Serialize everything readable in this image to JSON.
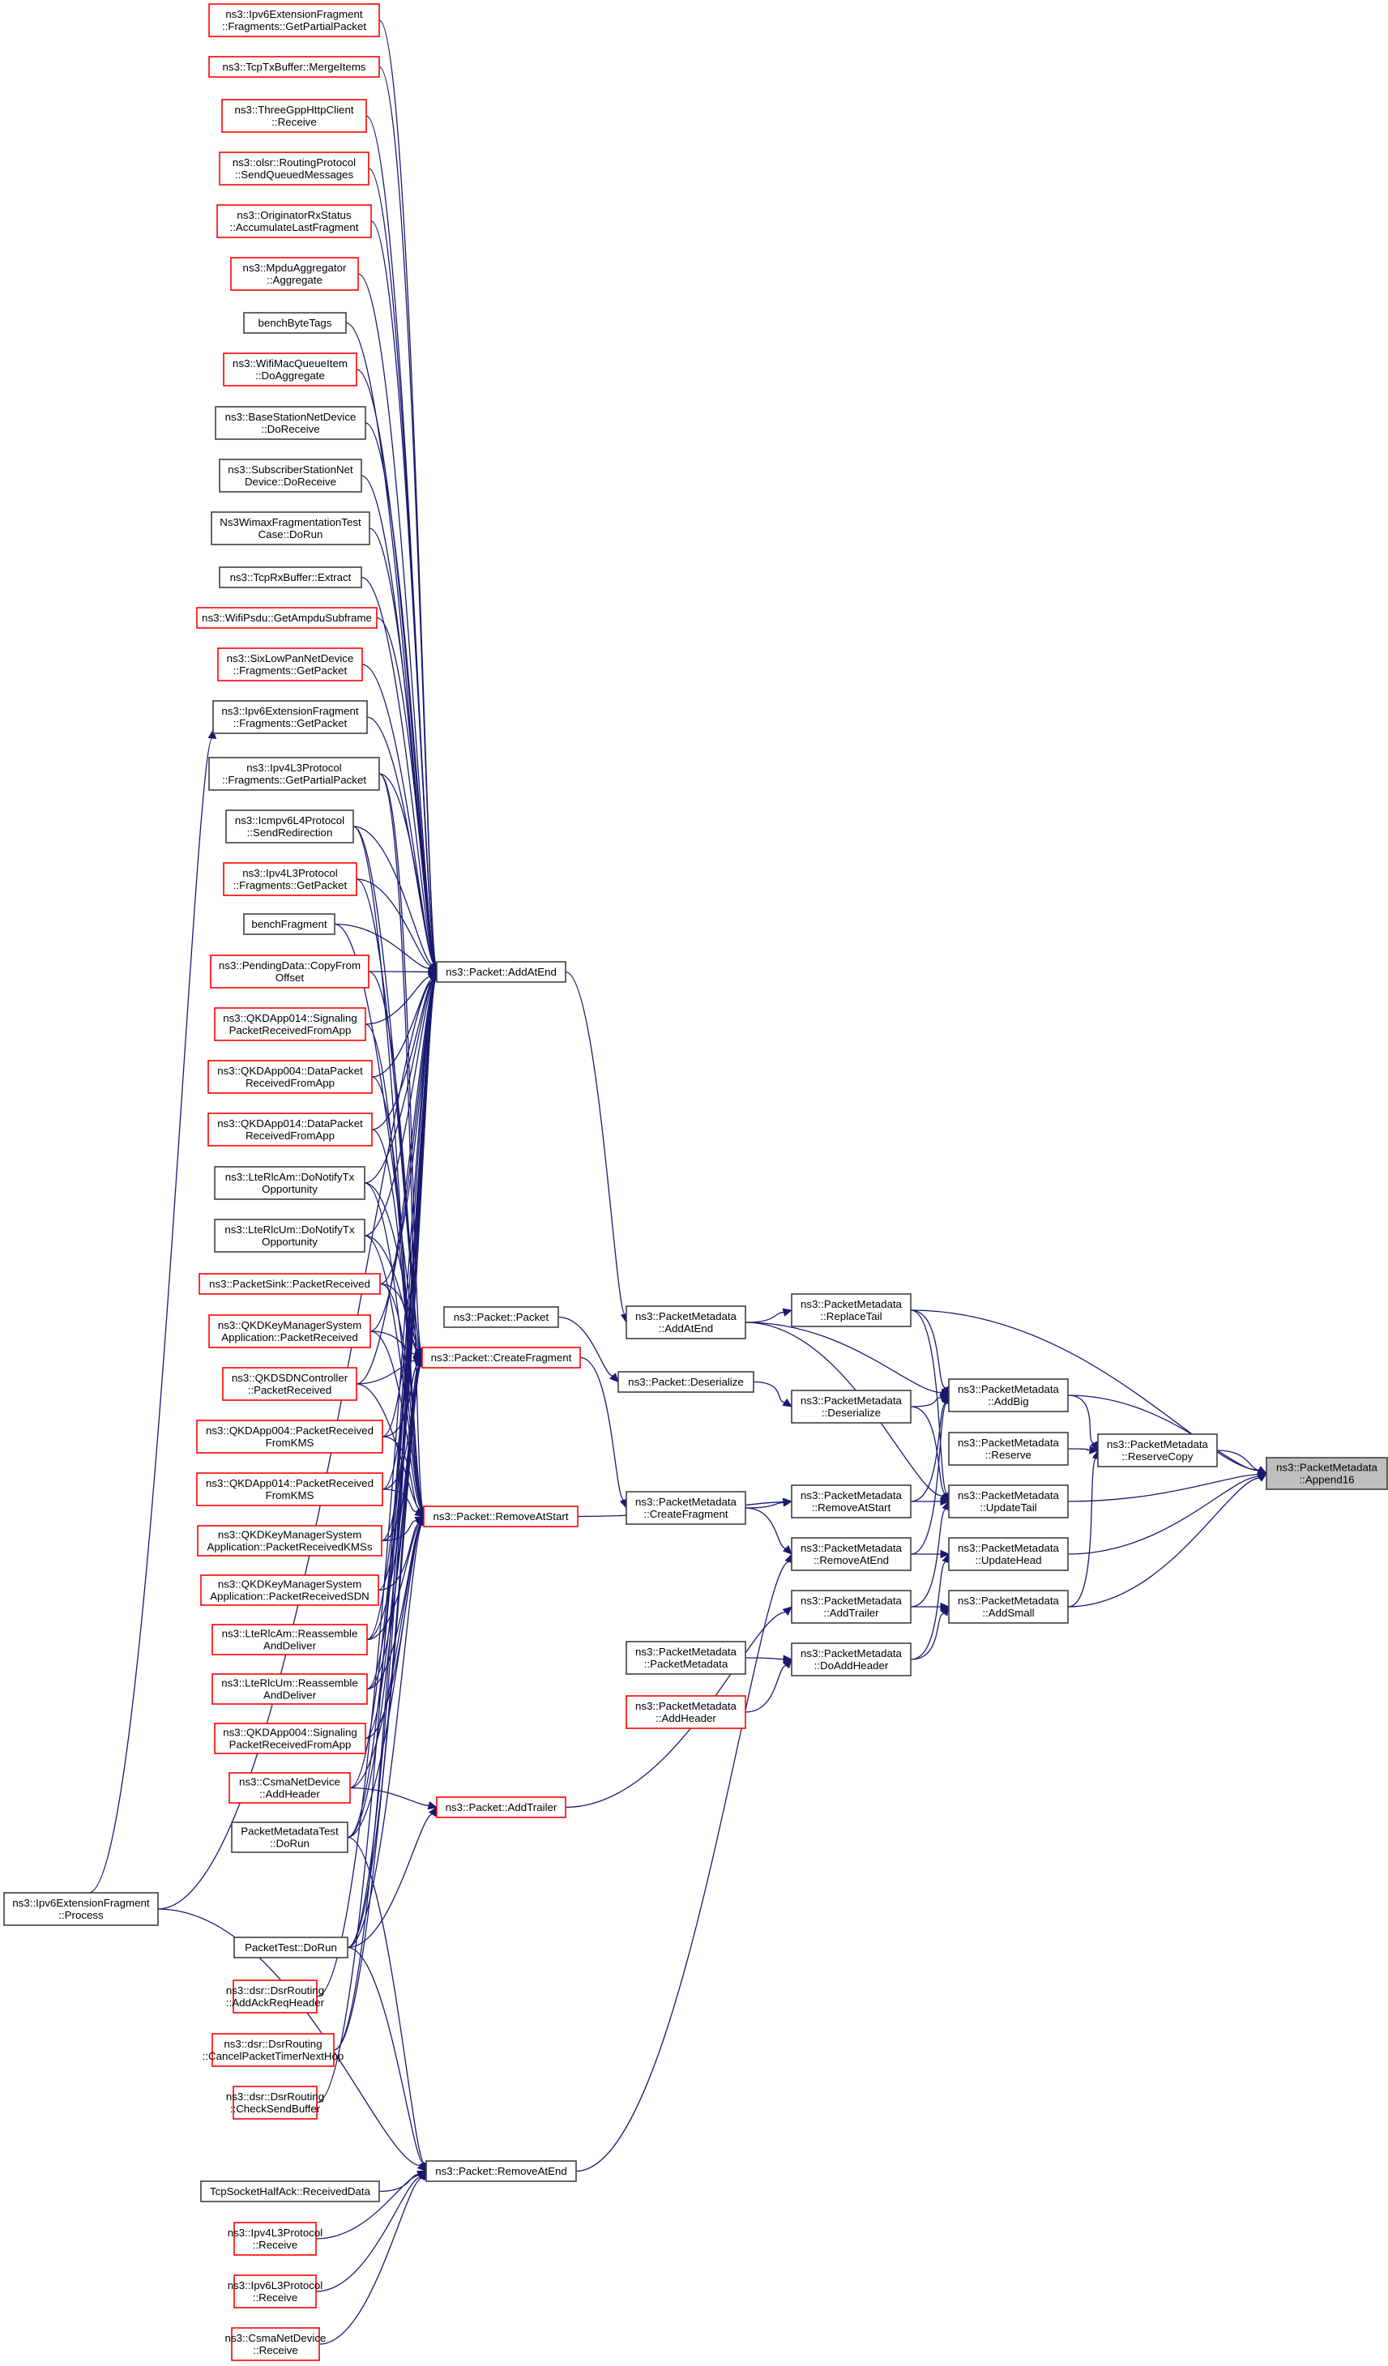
{
  "title": "ns3::PacketMetadata::Append16 caller graph",
  "colors": {
    "edge": "#191970",
    "plain_border": "#404040",
    "red_border": "#ff0000",
    "root_fill": "#bfbfbf"
  },
  "nodes": [
    {
      "id": "n_ipv6frag_partial",
      "lines": [
        "ns3::Ipv6ExtensionFragment",
        "::Fragments::GetPartialPacket"
      ],
      "style": "red"
    },
    {
      "id": "n_tcptx_merge",
      "lines": [
        "ns3::TcpTxBuffer::MergeItems"
      ],
      "style": "red"
    },
    {
      "id": "n_3gpp_receive",
      "lines": [
        "ns3::ThreeGppHttpClient",
        "::Receive"
      ],
      "style": "red"
    },
    {
      "id": "n_olsr_sendq",
      "lines": [
        "ns3::olsr::RoutingProtocol",
        "::SendQueuedMessages"
      ],
      "style": "red"
    },
    {
      "id": "n_orig_accum",
      "lines": [
        "ns3::OriginatorRxStatus",
        "::AccumulateLastFragment"
      ],
      "style": "red"
    },
    {
      "id": "n_mpdu_agg",
      "lines": [
        "ns3::MpduAggregator",
        "::Aggregate"
      ],
      "style": "red"
    },
    {
      "id": "n_benchbytetags",
      "lines": [
        "benchByteTags"
      ],
      "style": "plain"
    },
    {
      "id": "n_wifimac_doagg",
      "lines": [
        "ns3::WifiMacQueueItem",
        "::DoAggregate"
      ],
      "style": "red"
    },
    {
      "id": "n_bs_doreceive",
      "lines": [
        "ns3::BaseStationNetDevice",
        "::DoReceive"
      ],
      "style": "plain"
    },
    {
      "id": "n_ss_doreceive",
      "lines": [
        "ns3::SubscriberStationNet",
        "Device::DoReceive"
      ],
      "style": "plain"
    },
    {
      "id": "n_wimax_dorun",
      "lines": [
        "Ns3WimaxFragmentationTest",
        "Case::DoRun"
      ],
      "style": "plain"
    },
    {
      "id": "n_tcprx_extract",
      "lines": [
        "ns3::TcpRxBuffer::Extract"
      ],
      "style": "plain"
    },
    {
      "id": "n_wifipsdu_getampdu",
      "lines": [
        "ns3::WifiPsdu::GetAmpduSubframe"
      ],
      "style": "red"
    },
    {
      "id": "n_sixlowpan_getpacket",
      "lines": [
        "ns3::SixLowPanNetDevice",
        "::Fragments::GetPacket"
      ],
      "style": "red"
    },
    {
      "id": "n_ipv6frag_getpacket",
      "lines": [
        "ns3::Ipv6ExtensionFragment",
        "::Fragments::GetPacket"
      ],
      "style": "plain"
    },
    {
      "id": "n_ipv4_getpartial",
      "lines": [
        "ns3::Ipv4L3Protocol",
        "::Fragments::GetPartialPacket"
      ],
      "style": "plain"
    },
    {
      "id": "n_icmpv6_sendredir",
      "lines": [
        "ns3::Icmpv6L4Protocol",
        "::SendRedirection"
      ],
      "style": "plain"
    },
    {
      "id": "n_ipv4_getpacket",
      "lines": [
        "ns3::Ipv4L3Protocol",
        "::Fragments::GetPacket"
      ],
      "style": "red"
    },
    {
      "id": "n_benchfragment",
      "lines": [
        "benchFragment"
      ],
      "style": "plain"
    },
    {
      "id": "n_pending_copy",
      "lines": [
        "ns3::PendingData::CopyFrom",
        "Offset"
      ],
      "style": "red"
    },
    {
      "id": "n_qkd014_sigapp",
      "lines": [
        "ns3::QKDApp014::Signaling",
        "PacketReceivedFromApp"
      ],
      "style": "red"
    },
    {
      "id": "n_qkd004_dataapp",
      "lines": [
        "ns3::QKDApp004::DataPacket",
        "ReceivedFromApp"
      ],
      "style": "red"
    },
    {
      "id": "n_qkd014_dataapp",
      "lines": [
        "ns3::QKDApp014::DataPacket",
        "ReceivedFromApp"
      ],
      "style": "red"
    },
    {
      "id": "n_lterlcam_notify",
      "lines": [
        "ns3::LteRlcAm::DoNotifyTx",
        "Opportunity"
      ],
      "style": "plain"
    },
    {
      "id": "n_lterlcum_notify",
      "lines": [
        "ns3::LteRlcUm::DoNotifyTx",
        "Opportunity"
      ],
      "style": "plain"
    },
    {
      "id": "n_packetsink_recv",
      "lines": [
        "ns3::PacketSink::PacketReceived"
      ],
      "style": "red"
    },
    {
      "id": "n_qkdkms_recv",
      "lines": [
        "ns3::QKDKeyManagerSystem",
        "Application::PacketReceived"
      ],
      "style": "red"
    },
    {
      "id": "n_qkdsdn_recv",
      "lines": [
        "ns3::QKDSDNController",
        "::PacketReceived"
      ],
      "style": "red"
    },
    {
      "id": "n_qkd004_kms",
      "lines": [
        "ns3::QKDApp004::PacketReceived",
        "FromKMS"
      ],
      "style": "red"
    },
    {
      "id": "n_qkd014_kms",
      "lines": [
        "ns3::QKDApp014::PacketReceived",
        "FromKMS"
      ],
      "style": "red"
    },
    {
      "id": "n_qkdkms_kmss",
      "lines": [
        "ns3::QKDKeyManagerSystem",
        "Application::PacketReceivedKMSs"
      ],
      "style": "red"
    },
    {
      "id": "n_qkdkms_sdn",
      "lines": [
        "ns3::QKDKeyManagerSystem",
        "Application::PacketReceivedSDN"
      ],
      "style": "red"
    },
    {
      "id": "n_lterlcam_reasm",
      "lines": [
        "ns3::LteRlcAm::Reassemble",
        "AndDeliver"
      ],
      "style": "red"
    },
    {
      "id": "n_lterlcum_reasm",
      "lines": [
        "ns3::LteRlcUm::Reassemble",
        "AndDeliver"
      ],
      "style": "red"
    },
    {
      "id": "n_qkd004_sigapp",
      "lines": [
        "ns3::QKDApp004::Signaling",
        "PacketReceivedFromApp"
      ],
      "style": "red"
    },
    {
      "id": "n_csma_addheader",
      "lines": [
        "ns3::CsmaNetDevice",
        "::AddHeader"
      ],
      "style": "red"
    },
    {
      "id": "n_pmtest_dorun",
      "lines": [
        "PacketMetadataTest",
        "::DoRun"
      ],
      "style": "plain"
    },
    {
      "id": "n_packettest_dorun",
      "lines": [
        "PacketTest::DoRun"
      ],
      "style": "plain"
    },
    {
      "id": "n_dsr_ackreq",
      "lines": [
        "ns3::dsr::DsrRouting",
        "::AddAckReqHeader"
      ],
      "style": "red"
    },
    {
      "id": "n_dsr_cancel",
      "lines": [
        "ns3::dsr::DsrRouting",
        "::CancelPacketTimerNextHop"
      ],
      "style": "red"
    },
    {
      "id": "n_dsr_checksend",
      "lines": [
        "ns3::dsr::DsrRouting",
        "::CheckSendBuffer"
      ],
      "style": "red"
    },
    {
      "id": "n_tcphalfack",
      "lines": [
        "TcpSocketHalfAck::ReceivedData"
      ],
      "style": "plain"
    },
    {
      "id": "n_ipv4_receive",
      "lines": [
        "ns3::Ipv4L3Protocol",
        "::Receive"
      ],
      "style": "red"
    },
    {
      "id": "n_ipv6_receive",
      "lines": [
        "ns3::Ipv6L3Protocol",
        "::Receive"
      ],
      "style": "red"
    },
    {
      "id": "n_csma_receive",
      "lines": [
        "ns3::CsmaNetDevice",
        "::Receive"
      ],
      "style": "red"
    },
    {
      "id": "n_ipv6frag_process",
      "lines": [
        "ns3::Ipv6ExtensionFragment",
        "::Process"
      ],
      "style": "plain"
    },
    {
      "id": "n_pkt_addatend",
      "lines": [
        "ns3::Packet::AddAtEnd"
      ],
      "style": "plain"
    },
    {
      "id": "n_pkt_packet",
      "lines": [
        "ns3::Packet::Packet"
      ],
      "style": "plain"
    },
    {
      "id": "n_pkt_createfrag",
      "lines": [
        "ns3::Packet::CreateFragment"
      ],
      "style": "red"
    },
    {
      "id": "n_pkt_removeatstart",
      "lines": [
        "ns3::Packet::RemoveAtStart"
      ],
      "style": "red"
    },
    {
      "id": "n_pkt_addtrailer",
      "lines": [
        "ns3::Packet::AddTrailer"
      ],
      "style": "red"
    },
    {
      "id": "n_pkt_removeatend",
      "lines": [
        "ns3::Packet::RemoveAtEnd"
      ],
      "style": "plain"
    },
    {
      "id": "n_pm_addatend",
      "lines": [
        "ns3::PacketMetadata",
        "::AddAtEnd"
      ],
      "style": "plain"
    },
    {
      "id": "n_pkt_deserialize",
      "lines": [
        "ns3::Packet::Deserialize"
      ],
      "style": "plain"
    },
    {
      "id": "n_pm_createfrag",
      "lines": [
        "ns3::PacketMetadata",
        "::CreateFragment"
      ],
      "style": "plain"
    },
    {
      "id": "n_pm_pm",
      "lines": [
        "ns3::PacketMetadata",
        "::PacketMetadata"
      ],
      "style": "plain"
    },
    {
      "id": "n_pm_addheader",
      "lines": [
        "ns3::PacketMetadata",
        "::AddHeader"
      ],
      "style": "red"
    },
    {
      "id": "n_pm_replacetail",
      "lines": [
        "ns3::PacketMetadata",
        "::ReplaceTail"
      ],
      "style": "plain"
    },
    {
      "id": "n_pm_deserialize",
      "lines": [
        "ns3::PacketMetadata",
        "::Deserialize"
      ],
      "style": "plain"
    },
    {
      "id": "n_pm_removeatstart",
      "lines": [
        "ns3::PacketMetadata",
        "::RemoveAtStart"
      ],
      "style": "plain"
    },
    {
      "id": "n_pm_removeatend",
      "lines": [
        "ns3::PacketMetadata",
        "::RemoveAtEnd"
      ],
      "style": "plain"
    },
    {
      "id": "n_pm_addtrailer",
      "lines": [
        "ns3::PacketMetadata",
        "::AddTrailer"
      ],
      "style": "plain"
    },
    {
      "id": "n_pm_doaddheader",
      "lines": [
        "ns3::PacketMetadata",
        "::DoAddHeader"
      ],
      "style": "plain"
    },
    {
      "id": "n_pm_addbig",
      "lines": [
        "ns3::PacketMetadata",
        "::AddBig"
      ],
      "style": "plain"
    },
    {
      "id": "n_pm_reserve",
      "lines": [
        "ns3::PacketMetadata",
        "::Reserve"
      ],
      "style": "plain"
    },
    {
      "id": "n_pm_updatetail",
      "lines": [
        "ns3::PacketMetadata",
        "::UpdateTail"
      ],
      "style": "plain"
    },
    {
      "id": "n_pm_updatehead",
      "lines": [
        "ns3::PacketMetadata",
        "::UpdateHead"
      ],
      "style": "plain"
    },
    {
      "id": "n_pm_addsmall",
      "lines": [
        "ns3::PacketMetadata",
        "::AddSmall"
      ],
      "style": "plain"
    },
    {
      "id": "n_pm_reservecopy",
      "lines": [
        "ns3::PacketMetadata",
        "::ReserveCopy"
      ],
      "style": "plain"
    },
    {
      "id": "n_pm_append16",
      "lines": [
        "ns3::PacketMetadata",
        "::Append16"
      ],
      "style": "root"
    }
  ],
  "edges": [
    [
      "n_ipv6frag_partial",
      "n_pkt_addatend"
    ],
    [
      "n_tcptx_merge",
      "n_pkt_addatend"
    ],
    [
      "n_3gpp_receive",
      "n_pkt_addatend"
    ],
    [
      "n_olsr_sendq",
      "n_pkt_addatend"
    ],
    [
      "n_orig_accum",
      "n_pkt_addatend"
    ],
    [
      "n_mpdu_agg",
      "n_pkt_addatend"
    ],
    [
      "n_benchbytetags",
      "n_pkt_addatend"
    ],
    [
      "n_wifimac_doagg",
      "n_pkt_addatend"
    ],
    [
      "n_bs_doreceive",
      "n_pkt_addatend"
    ],
    [
      "n_ss_doreceive",
      "n_pkt_addatend"
    ],
    [
      "n_wimax_dorun",
      "n_pkt_addatend"
    ],
    [
      "n_tcprx_extract",
      "n_pkt_addatend"
    ],
    [
      "n_wifipsdu_getampdu",
      "n_pkt_addatend"
    ],
    [
      "n_sixlowpan_getpacket",
      "n_pkt_addatend"
    ],
    [
      "n_ipv6frag_getpacket",
      "n_pkt_addatend"
    ],
    [
      "n_ipv4_getpartial",
      "n_pkt_addatend"
    ],
    [
      "n_icmpv6_sendredir",
      "n_pkt_addatend"
    ],
    [
      "n_ipv4_getpacket",
      "n_pkt_addatend"
    ],
    [
      "n_benchfragment",
      "n_pkt_addatend"
    ],
    [
      "n_pending_copy",
      "n_pkt_addatend"
    ],
    [
      "n_qkd014_sigapp",
      "n_pkt_addatend"
    ],
    [
      "n_qkd004_dataapp",
      "n_pkt_addatend"
    ],
    [
      "n_qkd014_dataapp",
      "n_pkt_addatend"
    ],
    [
      "n_lterlcam_notify",
      "n_pkt_addatend"
    ],
    [
      "n_lterlcum_notify",
      "n_pkt_addatend"
    ],
    [
      "n_packetsink_recv",
      "n_pkt_addatend"
    ],
    [
      "n_qkdkms_recv",
      "n_pkt_addatend"
    ],
    [
      "n_qkdsdn_recv",
      "n_pkt_addatend"
    ],
    [
      "n_qkd004_kms",
      "n_pkt_addatend"
    ],
    [
      "n_qkd014_kms",
      "n_pkt_addatend"
    ],
    [
      "n_qkdkms_kmss",
      "n_pkt_addatend"
    ],
    [
      "n_qkdkms_sdn",
      "n_pkt_addatend"
    ],
    [
      "n_lterlcam_reasm",
      "n_pkt_addatend"
    ],
    [
      "n_lterlcum_reasm",
      "n_pkt_addatend"
    ],
    [
      "n_qkd004_sigapp",
      "n_pkt_addatend"
    ],
    [
      "n_csma_addheader",
      "n_pkt_addatend"
    ],
    [
      "n_pmtest_dorun",
      "n_pkt_addatend"
    ],
    [
      "n_packettest_dorun",
      "n_pkt_addatend"
    ],
    [
      "n_dsr_ackreq",
      "n_pkt_addatend"
    ],
    [
      "n_dsr_cancel",
      "n_pkt_addatend"
    ],
    [
      "n_dsr_checksend",
      "n_pkt_addatend"
    ],
    [
      "n_ipv6frag_process",
      "n_pkt_addatend"
    ],
    [
      "n_ipv4_getpartial",
      "n_pkt_createfrag"
    ],
    [
      "n_icmpv6_sendredir",
      "n_pkt_createfrag"
    ],
    [
      "n_ipv4_getpacket",
      "n_pkt_createfrag"
    ],
    [
      "n_benchfragment",
      "n_pkt_createfrag"
    ],
    [
      "n_pending_copy",
      "n_pkt_createfrag"
    ],
    [
      "n_lterlcam_notify",
      "n_pkt_createfrag"
    ],
    [
      "n_lterlcum_notify",
      "n_pkt_createfrag"
    ],
    [
      "n_packetsink_recv",
      "n_pkt_createfrag"
    ],
    [
      "n_qkdkms_recv",
      "n_pkt_createfrag"
    ],
    [
      "n_qkdsdn_recv",
      "n_pkt_createfrag"
    ],
    [
      "n_qkd004_kms",
      "n_pkt_createfrag"
    ],
    [
      "n_qkd014_kms",
      "n_pkt_createfrag"
    ],
    [
      "n_qkdkms_kmss",
      "n_pkt_createfrag"
    ],
    [
      "n_lterlcam_reasm",
      "n_pkt_createfrag"
    ],
    [
      "n_lterlcum_reasm",
      "n_pkt_createfrag"
    ],
    [
      "n_pmtest_dorun",
      "n_pkt_createfrag"
    ],
    [
      "n_packettest_dorun",
      "n_pkt_createfrag"
    ],
    [
      "n_dsr_cancel",
      "n_pkt_createfrag"
    ],
    [
      "n_qkd014_sigapp",
      "n_pkt_removeatstart"
    ],
    [
      "n_qkd004_dataapp",
      "n_pkt_removeatstart"
    ],
    [
      "n_qkd014_dataapp",
      "n_pkt_removeatstart"
    ],
    [
      "n_lterlcam_notify",
      "n_pkt_removeatstart"
    ],
    [
      "n_lterlcum_notify",
      "n_pkt_removeatstart"
    ],
    [
      "n_packetsink_recv",
      "n_pkt_removeatstart"
    ],
    [
      "n_qkdkms_recv",
      "n_pkt_removeatstart"
    ],
    [
      "n_qkdsdn_recv",
      "n_pkt_removeatstart"
    ],
    [
      "n_qkd004_kms",
      "n_pkt_removeatstart"
    ],
    [
      "n_qkd014_kms",
      "n_pkt_removeatstart"
    ],
    [
      "n_qkdkms_kmss",
      "n_pkt_removeatstart"
    ],
    [
      "n_qkdkms_sdn",
      "n_pkt_removeatstart"
    ],
    [
      "n_lterlcam_reasm",
      "n_pkt_removeatstart"
    ],
    [
      "n_lterlcum_reasm",
      "n_pkt_removeatstart"
    ],
    [
      "n_qkd004_sigapp",
      "n_pkt_removeatstart"
    ],
    [
      "n_csma_addheader",
      "n_pkt_removeatstart"
    ],
    [
      "n_pmtest_dorun",
      "n_pkt_removeatstart"
    ],
    [
      "n_packettest_dorun",
      "n_pkt_removeatstart"
    ],
    [
      "n_icmpv6_sendredir",
      "n_pkt_removeatstart"
    ],
    [
      "n_ipv4_getpartial",
      "n_pkt_removeatstart"
    ],
    [
      "n_csma_addheader",
      "n_pkt_addtrailer"
    ],
    [
      "n_packettest_dorun",
      "n_pkt_addtrailer"
    ],
    [
      "n_ipv6frag_process",
      "n_pkt_removeatend"
    ],
    [
      "n_tcphalfack",
      "n_pkt_removeatend"
    ],
    [
      "n_ipv4_receive",
      "n_pkt_removeatend"
    ],
    [
      "n_ipv6_receive",
      "n_pkt_removeatend"
    ],
    [
      "n_csma_receive",
      "n_pkt_removeatend"
    ],
    [
      "n_pmtest_dorun",
      "n_pkt_removeatend"
    ],
    [
      "n_packettest_dorun",
      "n_pkt_removeatend"
    ],
    [
      "n_ipv6frag_process",
      "n_ipv6frag_getpacket"
    ],
    [
      "n_pkt_addatend",
      "n_pm_addatend"
    ],
    [
      "n_pkt_packet",
      "n_pkt_deserialize"
    ],
    [
      "n_pkt_createfrag",
      "n_pm_createfrag"
    ],
    [
      "n_pkt_removeatstart",
      "n_pm_removeatstart"
    ],
    [
      "n_pkt_removeatend",
      "n_pm_removeatend"
    ],
    [
      "n_pkt_addtrailer",
      "n_pm_addtrailer"
    ],
    [
      "n_pkt_deserialize",
      "n_pm_deserialize"
    ],
    [
      "n_pm_addatend",
      "n_pm_replacetail"
    ],
    [
      "n_pm_addatend",
      "n_pm_addbig"
    ],
    [
      "n_pm_addatend",
      "n_pm_updatetail"
    ],
    [
      "n_pm_createfrag",
      "n_pm_removeatstart"
    ],
    [
      "n_pm_createfrag",
      "n_pm_removeatend"
    ],
    [
      "n_pm_pm",
      "n_pm_doaddheader"
    ],
    [
      "n_pm_addheader",
      "n_pm_doaddheader"
    ],
    [
      "n_pm_replacetail",
      "n_pm_addbig"
    ],
    [
      "n_pm_replacetail",
      "n_pm_updatetail"
    ],
    [
      "n_pm_replacetail",
      "n_pm_append16"
    ],
    [
      "n_pm_deserialize",
      "n_pm_addbig"
    ],
    [
      "n_pm_deserialize",
      "n_pm_updatetail"
    ],
    [
      "n_pm_removeatstart",
      "n_pm_addbig"
    ],
    [
      "n_pm_removeatstart",
      "n_pm_updatetail"
    ],
    [
      "n_pm_removeatend",
      "n_pm_addbig"
    ],
    [
      "n_pm_removeatend",
      "n_pm_updatehead"
    ],
    [
      "n_pm_addtrailer",
      "n_pm_updatetail"
    ],
    [
      "n_pm_addtrailer",
      "n_pm_addsmall"
    ],
    [
      "n_pm_doaddheader",
      "n_pm_updatehead"
    ],
    [
      "n_pm_doaddheader",
      "n_pm_addsmall"
    ],
    [
      "n_pm_addbig",
      "n_pm_reservecopy"
    ],
    [
      "n_pm_addbig",
      "n_pm_append16"
    ],
    [
      "n_pm_reserve",
      "n_pm_reservecopy"
    ],
    [
      "n_pm_addsmall",
      "n_pm_reservecopy"
    ],
    [
      "n_pm_addsmall",
      "n_pm_append16"
    ],
    [
      "n_pm_reservecopy",
      "n_pm_append16"
    ],
    [
      "n_pm_updatetail",
      "n_pm_append16"
    ],
    [
      "n_pm_updatehead",
      "n_pm_append16"
    ]
  ]
}
